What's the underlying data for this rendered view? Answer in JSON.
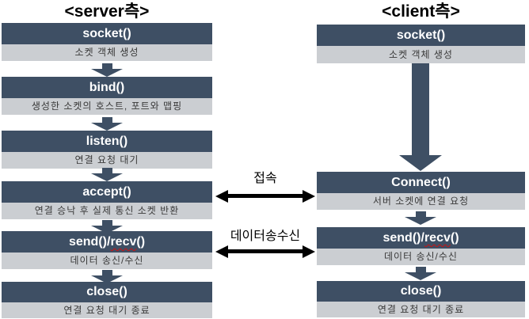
{
  "colors": {
    "header": "#3e4f64",
    "band": "#cbced2",
    "link": "#000000"
  },
  "server": {
    "title": "<server측>",
    "steps": [
      {
        "name": "socket()",
        "desc": "소켓 객체 생성"
      },
      {
        "name": "bind()",
        "desc": "생성한 소켓의 호스트, 포트와 맵핑"
      },
      {
        "name": "listen()",
        "desc": "연결 요청 대기"
      },
      {
        "name": "accept()",
        "desc": "연결 승낙 후 실제 통신 소켓 반환"
      },
      {
        "name_pre": "send()/",
        "name_typo": "recv",
        "name_post": "()",
        "desc": "데이터 송신/수신"
      },
      {
        "name": "close()",
        "desc": "연결 요청 대기 종료"
      }
    ]
  },
  "client": {
    "title": "<client측>",
    "steps": [
      {
        "name": "socket()",
        "desc": "소켓 객체 생성"
      },
      {
        "name": "Connect()",
        "desc": "서버 소켓에 연결 요청"
      },
      {
        "name_pre": "send()/",
        "name_typo": "recv",
        "name_post": "()",
        "desc": "데이터 송신/수신"
      },
      {
        "name": "close()",
        "desc": "연결 요청 대기 종료"
      }
    ]
  },
  "links": {
    "connect_label": "접속",
    "data_label": "데이터송수신"
  }
}
